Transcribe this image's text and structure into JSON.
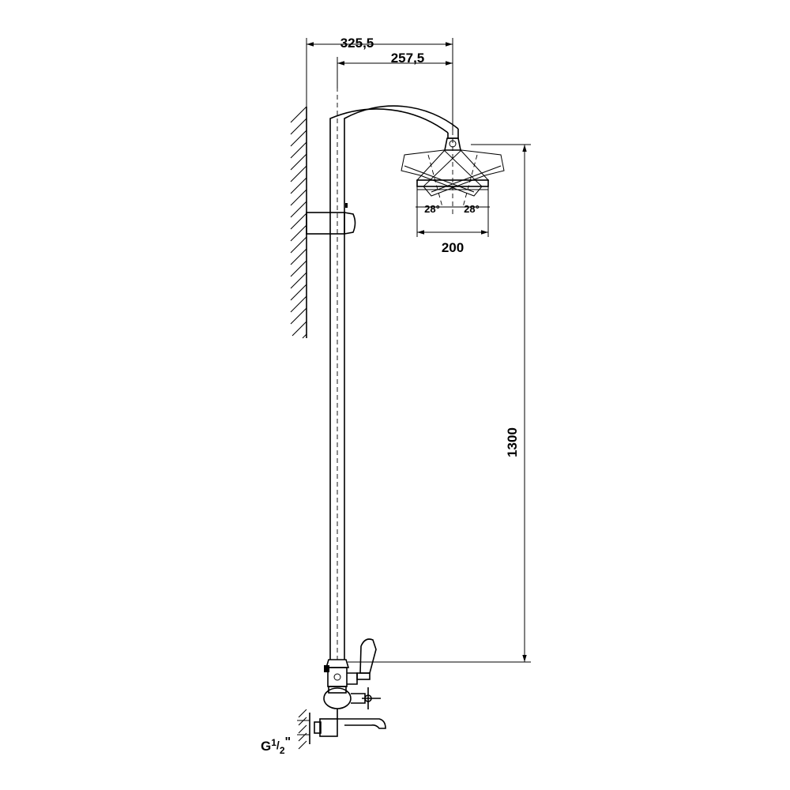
{
  "dimensions": {
    "overall_reach": "325,5",
    "head_reach": "257,5",
    "head_diameter": "200",
    "height": "1300",
    "tilt_left": "28°",
    "tilt_right": "28°"
  },
  "connection": {
    "thread_prefix": "G",
    "thread_numerator": "1",
    "thread_denominator": "2",
    "thread_suffix": "\""
  }
}
